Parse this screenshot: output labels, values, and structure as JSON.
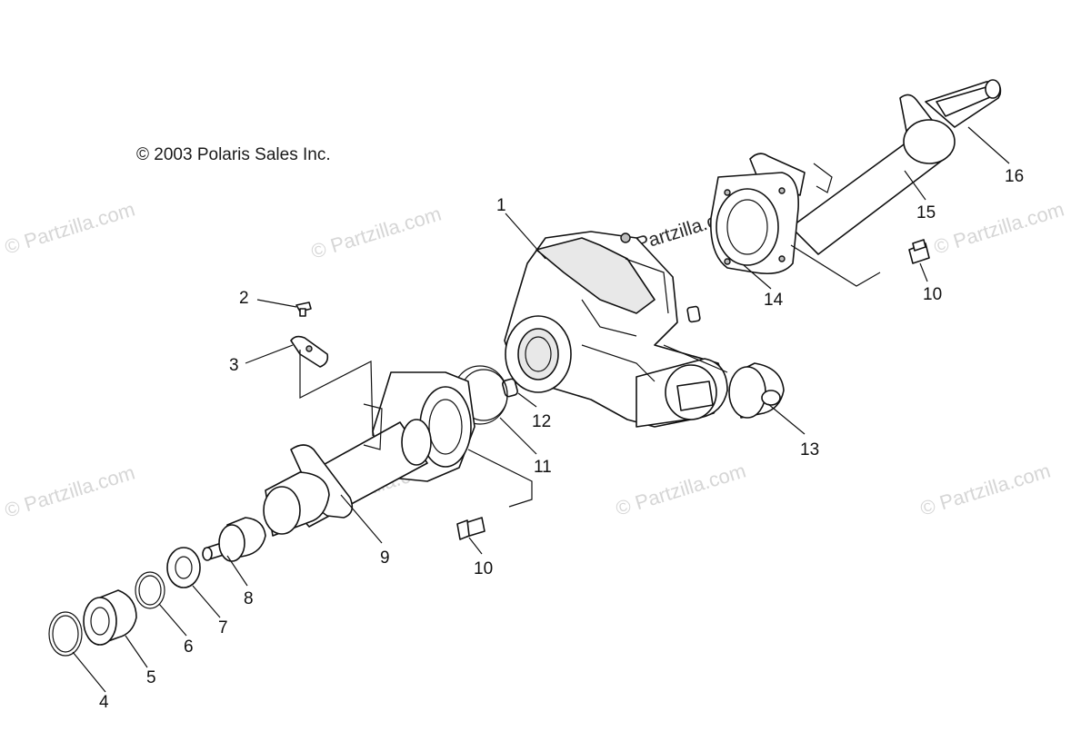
{
  "copyright": "© 2003 Polaris Sales Inc.",
  "watermark": "© Partzilla.com",
  "watermark_center": "© Partzilla.com",
  "callouts": {
    "c1": "1",
    "c2": "2",
    "c3": "3",
    "c4": "4",
    "c5": "5",
    "c6": "6",
    "c7": "7",
    "c8": "8",
    "c9": "9",
    "c10a": "10",
    "c10b": "10",
    "c11": "11",
    "c12": "12",
    "c13": "13",
    "c14": "14",
    "c15": "15",
    "c16": "16"
  }
}
